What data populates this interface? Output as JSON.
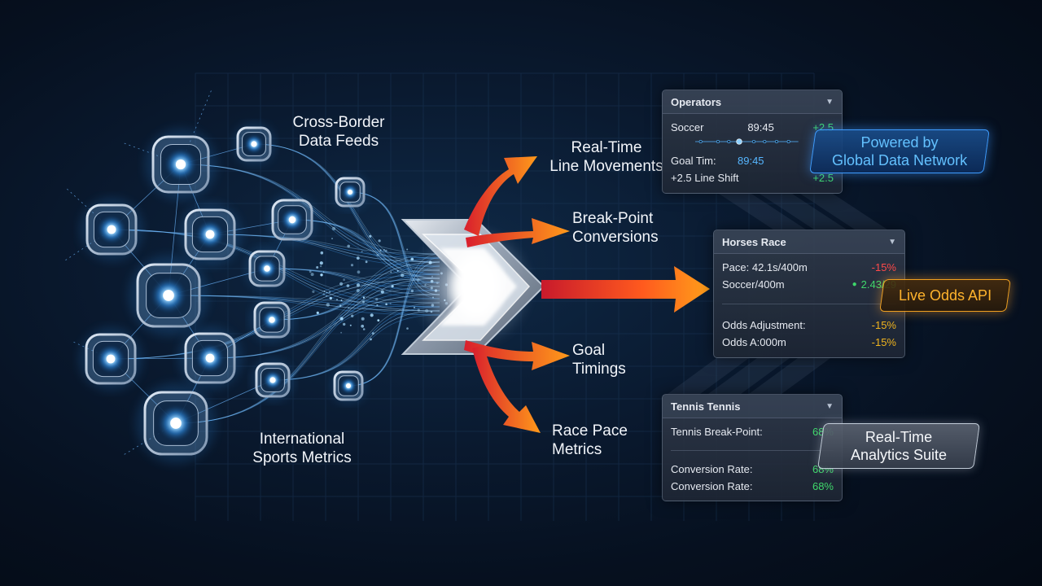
{
  "labels": {
    "cross_border": [
      "Cross-Border",
      "Data Feeds"
    ],
    "international": [
      "International",
      "Sports Metrics"
    ],
    "line_movements": [
      "Real-Time",
      "Line Movements"
    ],
    "break_point": [
      "Break-Point",
      "Conversions"
    ],
    "goal_timings": [
      "Goal",
      "Timings"
    ],
    "race_pace": [
      "Race Pace",
      "Metrics"
    ]
  },
  "panels": {
    "operators": {
      "title": "Operators",
      "row1": {
        "label": "Soccer",
        "mid": "89:45",
        "value": "+2.5"
      },
      "row2": {
        "label": "Goal Tim:",
        "mid": "89:45",
        "value": ""
      },
      "row3": {
        "label": "+2.5 Line Shift",
        "value": "+2.5"
      },
      "slider_level": 0.45
    },
    "horses": {
      "title": "Horses Race",
      "row1": {
        "label": "Pace: 42.1s/400m",
        "value": "-15%"
      },
      "row2": {
        "label": "Soccer/400m",
        "value": "2.43/29"
      },
      "row3": {
        "label": "Odds Adjustment:",
        "value": "-15%"
      },
      "row4": {
        "label": "Odds A:000m",
        "value": "-15%"
      }
    },
    "tennis": {
      "title": "Tennis Tennis",
      "row1": {
        "label": "Tennis Break-Point:",
        "value": "68%"
      },
      "row2": {
        "label": "Conversion Rate:",
        "value": "68%"
      },
      "row3": {
        "label": "Conversion Rate:",
        "value": "68%"
      }
    }
  },
  "badges": {
    "global": [
      "Powered by",
      "Global Data Network"
    ],
    "odds_api": "Live Odds API",
    "analytics": [
      "Real-Time",
      "Analytics Suite"
    ]
  },
  "colors": {
    "node_glow": "#3da9ff",
    "arrow_start": "#e0242c",
    "arrow_end": "#ff9a1a",
    "grid": "#1d3a5c",
    "positive": "#3fd86b",
    "negative": "#ff4a4a",
    "warning": "#f0b41e"
  }
}
